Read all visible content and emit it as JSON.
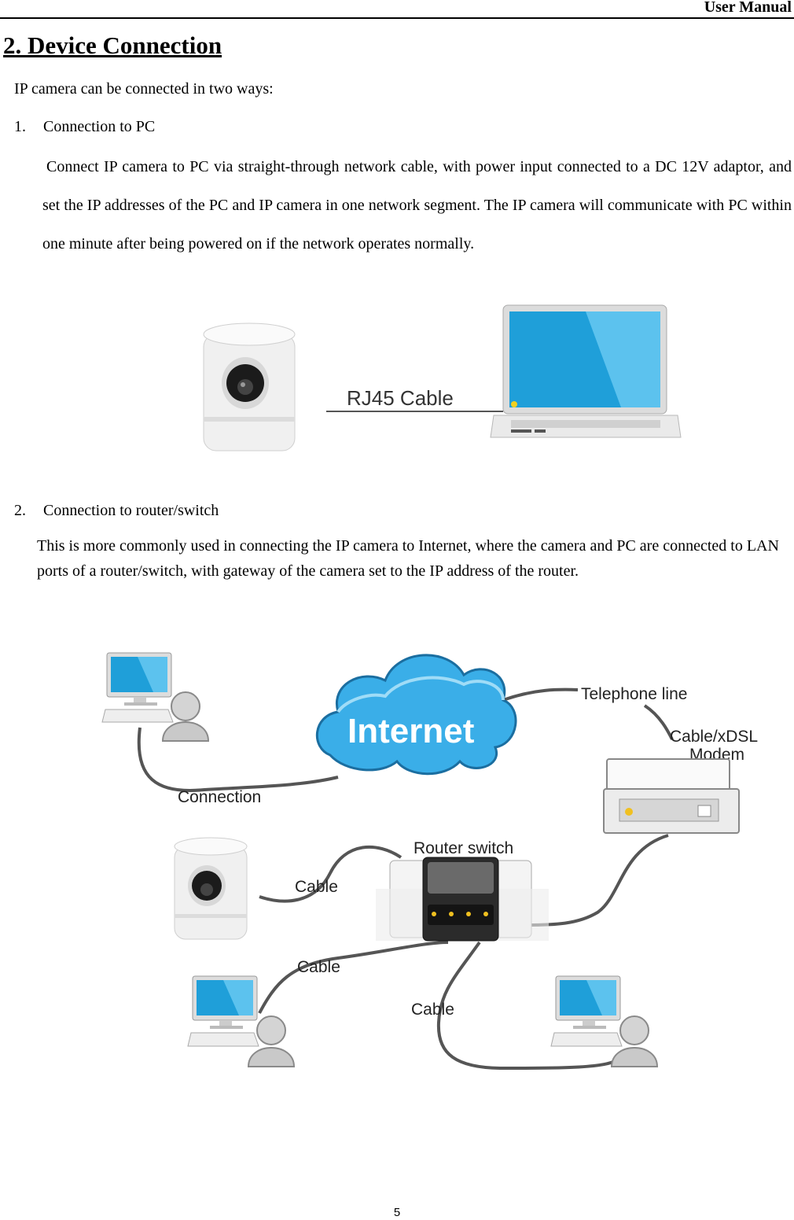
{
  "header": {
    "running_title": "User Manual"
  },
  "section": {
    "title": "2. Device Connection"
  },
  "intro": "IP camera can be connected in two ways:",
  "items": [
    {
      "number": "1.",
      "title": "Connection to PC",
      "body": "Connect IP camera to PC via straight-through network cable, with power input connected to a DC 12V adaptor, and set the IP addresses of the PC and IP camera in one network segment. The IP camera will communicate with PC within one minute after being powered on if the network operates normally."
    },
    {
      "number": "2.",
      "title": "Connection to router/switch",
      "body": "This is more commonly used in connecting the IP camera to Internet, where the camera and PC are connected to LAN ports of a router/switch, with gateway of the camera set to the IP address of the router."
    }
  ],
  "figure1": {
    "cable_label": "RJ45 Cable"
  },
  "figure2": {
    "internet_label": "Internet",
    "telephone_label": "Telephone line",
    "modem_label_line1": "Cable/xDSL",
    "modem_label_line2": "Modem",
    "connection_label": "Connection",
    "router_label": "Router switch",
    "cable_label_camera": "Cable",
    "cable_label_left_pc": "Cable",
    "cable_label_right_pc": "Cable"
  },
  "footer": {
    "page_number": "5"
  },
  "colors": {
    "screen_blue": "#1f9fd9",
    "cloud_blue": "#3aaee8",
    "cable_gray": "#555555",
    "device_white": "#f2f2f2"
  },
  "icons": [
    "camera-icon",
    "laptop-icon",
    "desktop-pc-icon",
    "user-icon",
    "cloud-icon",
    "modem-icon",
    "router-icon"
  ]
}
